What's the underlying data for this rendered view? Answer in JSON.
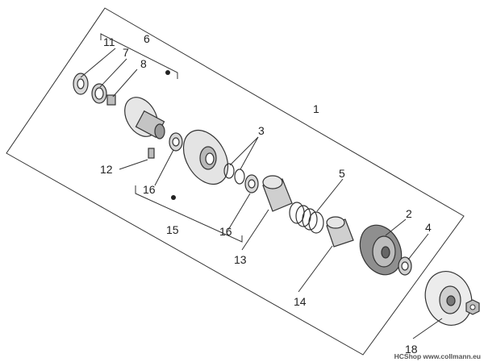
{
  "diagram": {
    "callouts": {
      "c1": "1",
      "c2": "2",
      "c3": "3",
      "c4": "4",
      "c5": "5",
      "c6": "6",
      "c7": "7",
      "c8": "8",
      "c11": "11",
      "c12": "12",
      "c13": "13",
      "c14": "14",
      "c15": "15",
      "c16a": "16",
      "c16b": "16",
      "c18": "18"
    },
    "watermark": "HCShop www.collmann.eu"
  }
}
